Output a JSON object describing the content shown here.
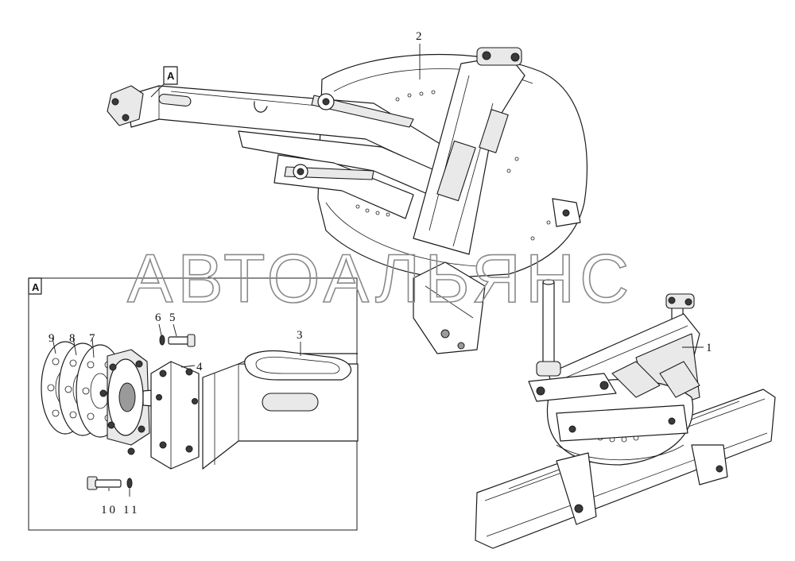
{
  "figure": {
    "watermark": "АВТОАЛЬЯНС",
    "detail_view_label": "A",
    "detail_marker_label": "A",
    "callouts": [
      "1",
      "2",
      "3",
      "4",
      "5",
      "6",
      "7",
      "8",
      "9",
      "10",
      "11"
    ]
  }
}
